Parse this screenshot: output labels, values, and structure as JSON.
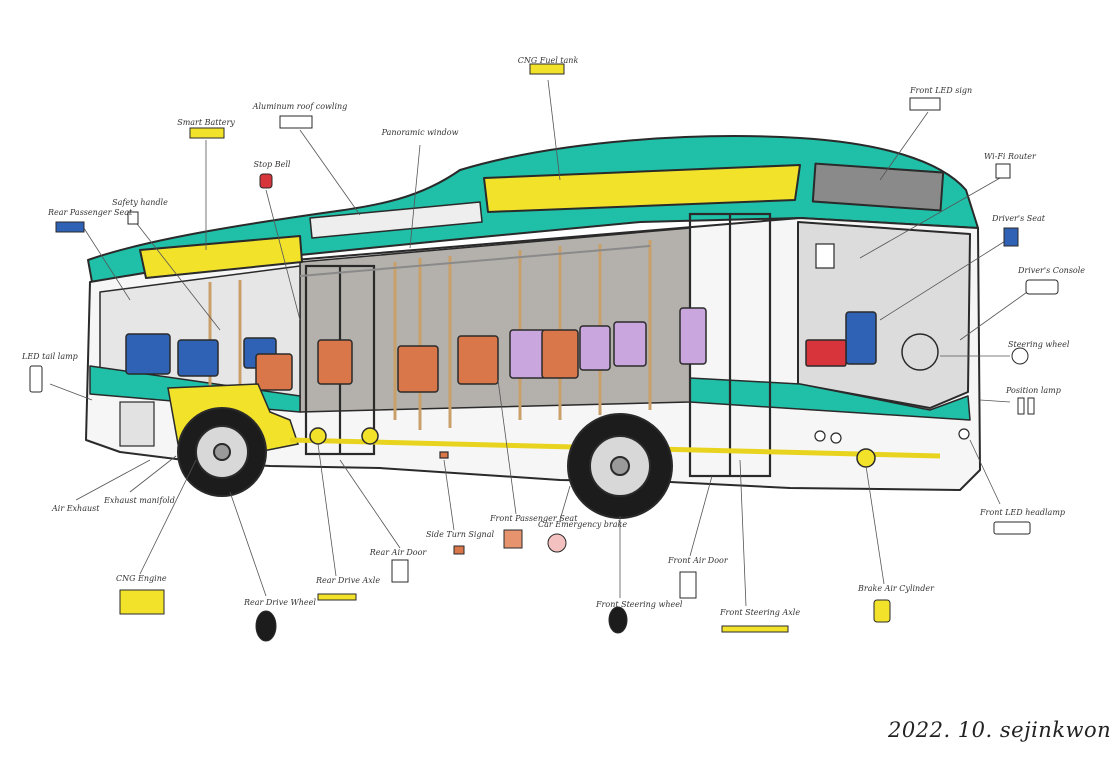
{
  "signature": "2022. 10. sejinkwon",
  "labels": {
    "cng_fuel_tank": "CNG Fuel tank",
    "front_led_sign": "Front LED sign",
    "aluminum_roof_cowling": "Aluminum roof cowling",
    "panoramic_window": "Panoramic window",
    "smart_battery": "Smart Battery",
    "stop_bell": "Stop Bell",
    "wifi_router": "Wi-Fi Router",
    "rear_passenger_seat": "Rear Passenger Seat",
    "safety_handle": "Safety handle",
    "drivers_seat": "Driver's Seat",
    "drivers_console": "Driver's Console",
    "led_tail_lamp": "LED tail lamp",
    "steering_wheel": "Steering wheel",
    "position_lamp": "Position lamp",
    "air_exhaust": "Air Exhaust",
    "exhaust_manifold": "Exhaust manifold",
    "front_led_headlamp": "Front LED headlamp",
    "cng_engine": "CNG Engine",
    "side_turn_signal": "Side Turn Signal",
    "front_passenger_seat": "Front Passenger Seat",
    "car_emergency_brake": "Car Emergency brake",
    "rear_air_door": "Rear Air Door",
    "rear_drive_axle": "Rear Drive Axle",
    "rear_drive_wheel": "Rear Drive Wheel",
    "front_air_door": "Front Air Door",
    "front_steering_wheel": "Front Steering wheel",
    "front_steering_axle": "Front Steering Axle",
    "brake_air_cylinder": "Brake Air Cylinder"
  },
  "colors": {
    "body_teal": "#1fbfa8",
    "accent_yellow": "#f2e22a",
    "seat_blue": "#2f62b5",
    "seat_orange": "#d9774a",
    "seat_lilac": "#c9a6dd",
    "interior_gray": "#b4b0ab",
    "ink": "#2a2a2a",
    "red": "#d8343c"
  }
}
